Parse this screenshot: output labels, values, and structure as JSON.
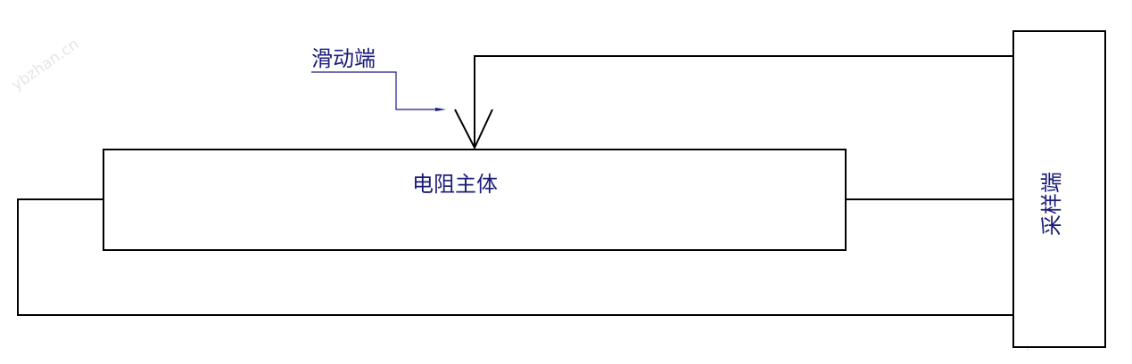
{
  "labels": {
    "slider": "滑动端",
    "resistor_body": "电阻主体",
    "sampling_end": "采样端"
  },
  "watermark": "ybzhan.cn",
  "colors": {
    "line": "#000000",
    "label_text": "#1c1c7a",
    "leader_line": "#1a1a8c",
    "watermark": "#e6e6e6",
    "background": "#ffffff"
  }
}
